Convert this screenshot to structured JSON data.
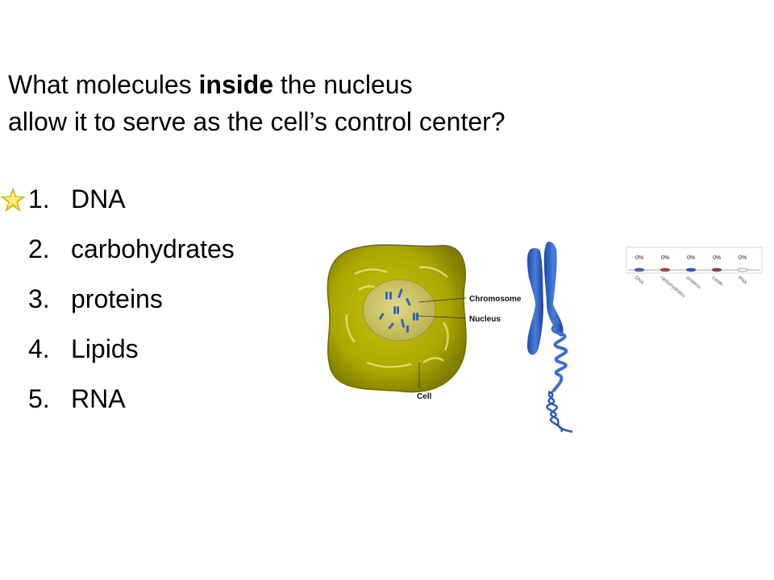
{
  "question": {
    "part1": "What molecules ",
    "emphasis": "inside",
    "part2": " the nucleus",
    "line2": "allow it to serve as the cell’s control center?"
  },
  "answers": [
    {
      "num": "1.",
      "label": "DNA",
      "correct": true
    },
    {
      "num": "2.",
      "label": "carbohydrates"
    },
    {
      "num": "3.",
      "label": "proteins"
    },
    {
      "num": "4.",
      "label": "Lipids"
    },
    {
      "num": "5.",
      "label": "RNA"
    }
  ],
  "correct_marker_icon": "star-icon",
  "figure": {
    "chromosome_label": "Chromosome",
    "nucleus_label": "Nucleus",
    "cell_label": "Cell"
  },
  "colors": {
    "cell_fill": "#a8a800",
    "nucleus_fill": "#d2cc6a",
    "chromosome_blue": "#2d5fc0",
    "star": "#f2d22a"
  },
  "chart_data": {
    "type": "bar",
    "categories": [
      "DNA",
      "carbohydrates",
      "proteins",
      "Lipids",
      "RNA"
    ],
    "values": [
      0,
      0,
      0,
      0,
      0
    ],
    "value_labels": [
      "0%",
      "0%",
      "0%",
      "0%",
      "0%"
    ],
    "bar_colors": [
      "#3b6fc4",
      "#b8453b",
      "#2f57c9",
      "#8e3d78",
      "#ffffff"
    ],
    "ylim": [
      0,
      100
    ],
    "grid": false,
    "legend": "none"
  }
}
